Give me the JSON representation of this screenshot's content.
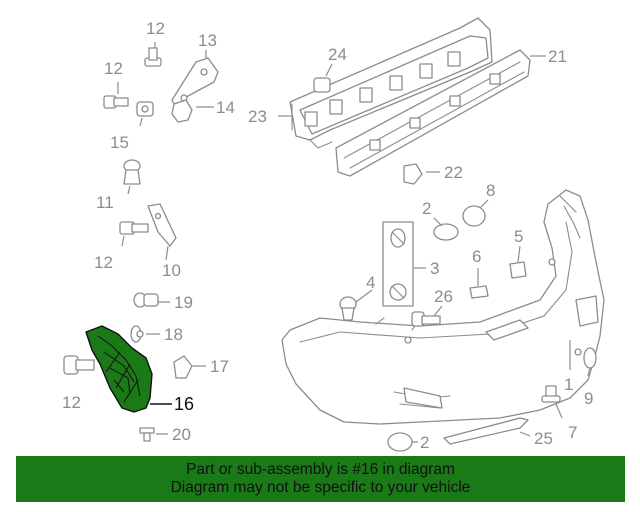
{
  "callouts": {
    "c1": "1",
    "c2a": "2",
    "c2b": "2",
    "c3": "3",
    "c4": "4",
    "c5": "5",
    "c6": "6",
    "c7": "7",
    "c8": "8",
    "c9": "9",
    "c10": "10",
    "c11": "11",
    "c12a": "12",
    "c12b": "12",
    "c12c": "12",
    "c12d": "12",
    "c13": "13",
    "c14": "14",
    "c15": "15",
    "c16": "16",
    "c17": "17",
    "c18": "18",
    "c19": "19",
    "c20": "20",
    "c21": "21",
    "c22": "22",
    "c23": "23",
    "c24": "24",
    "c25": "25",
    "c26": "26"
  },
  "highlight": {
    "part_number": "16",
    "color": "#1a7a17"
  },
  "banner": {
    "line1": "Part or sub-assembly is #16 in diagram",
    "line2": "Diagram may not be specific to your vehicle",
    "background": "#1a7a17"
  }
}
